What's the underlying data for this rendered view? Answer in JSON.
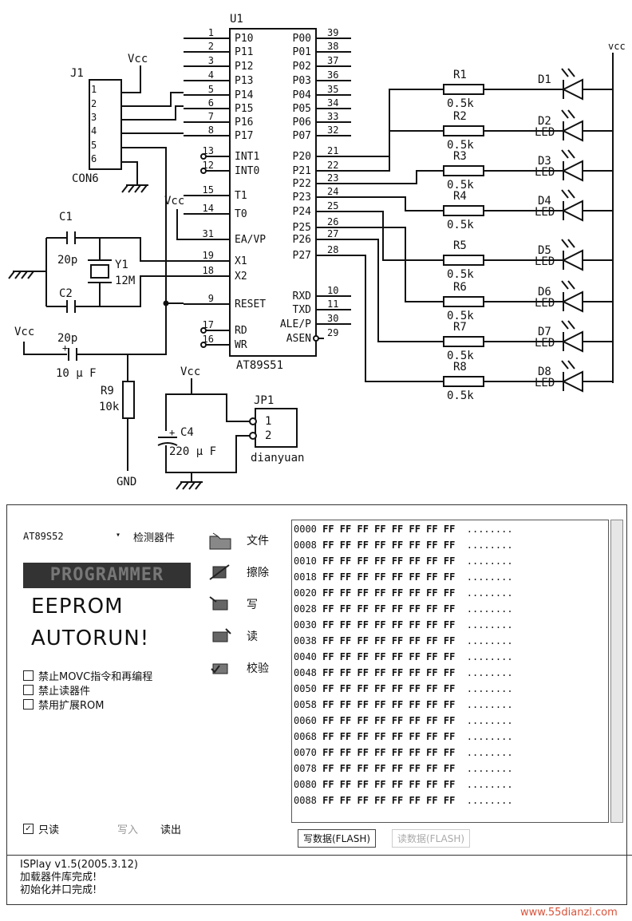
{
  "schematic": {
    "u1": {
      "ref": "U1",
      "part": "AT89S51"
    },
    "left_pins": [
      {
        "num": "1",
        "name": "P10"
      },
      {
        "num": "2",
        "name": "P11"
      },
      {
        "num": "3",
        "name": "P12"
      },
      {
        "num": "4",
        "name": "P13"
      },
      {
        "num": "5",
        "name": "P14"
      },
      {
        "num": "6",
        "name": "P15"
      },
      {
        "num": "7",
        "name": "P16"
      },
      {
        "num": "8",
        "name": "P17"
      },
      {
        "num": "13",
        "name": "INT1"
      },
      {
        "num": "12",
        "name": "INT0"
      },
      {
        "num": "15",
        "name": "T1"
      },
      {
        "num": "14",
        "name": "T0"
      },
      {
        "num": "31",
        "name": "EA/VP"
      },
      {
        "num": "19",
        "name": "X1"
      },
      {
        "num": "18",
        "name": "X2"
      },
      {
        "num": "9",
        "name": "RESET"
      },
      {
        "num": "17",
        "name": "RD"
      },
      {
        "num": "16",
        "name": "WR"
      }
    ],
    "right_pins": [
      {
        "num": "39",
        "name": "P00"
      },
      {
        "num": "38",
        "name": "P01"
      },
      {
        "num": "37",
        "name": "P02"
      },
      {
        "num": "36",
        "name": "P03"
      },
      {
        "num": "35",
        "name": "P04"
      },
      {
        "num": "34",
        "name": "P05"
      },
      {
        "num": "33",
        "name": "P06"
      },
      {
        "num": "32",
        "name": "P07"
      },
      {
        "num": "21",
        "name": "P20"
      },
      {
        "num": "22",
        "name": "P21"
      },
      {
        "num": "23",
        "name": "P22"
      },
      {
        "num": "24",
        "name": "P23"
      },
      {
        "num": "25",
        "name": "P24"
      },
      {
        "num": "26",
        "name": "P25"
      },
      {
        "num": "27",
        "name": "P26"
      },
      {
        "num": "28",
        "name": "P27"
      },
      {
        "num": "10",
        "name": "RXD"
      },
      {
        "num": "11",
        "name": "TXD"
      },
      {
        "num": "30",
        "name": "ALE/P"
      },
      {
        "num": "29",
        "name": "ASEN"
      }
    ],
    "j1": {
      "ref": "J1",
      "part": "CON6",
      "pins": [
        "1",
        "2",
        "3",
        "4",
        "5",
        "6"
      ]
    },
    "vcc": "Vcc",
    "vcc_right": "vcc",
    "resistors": [
      {
        "ref": "R1",
        "value": "0.5k"
      },
      {
        "ref": "R2",
        "value": "0.5k"
      },
      {
        "ref": "R3",
        "value": "0.5k"
      },
      {
        "ref": "R4",
        "value": "0.5k"
      },
      {
        "ref": "R5",
        "value": "0.5k"
      },
      {
        "ref": "R6",
        "value": "0.5k"
      },
      {
        "ref": "R7",
        "value": "0.5k"
      },
      {
        "ref": "R8",
        "value": "0.5k"
      }
    ],
    "leds": [
      {
        "ref": "D1",
        "label": ""
      },
      {
        "ref": "D2",
        "label": "LED"
      },
      {
        "ref": "D3",
        "label": "LED"
      },
      {
        "ref": "D4",
        "label": "LED"
      },
      {
        "ref": "D5",
        "label": "LED"
      },
      {
        "ref": "D6",
        "label": "LED"
      },
      {
        "ref": "D7",
        "label": "LED"
      },
      {
        "ref": "D8",
        "label": "LED"
      }
    ],
    "c1": {
      "ref": "C1",
      "value": "20p"
    },
    "c2": {
      "ref": "C2",
      "value": "20p"
    },
    "y1": {
      "ref": "Y1",
      "value": "12M"
    },
    "c3": {
      "plus": "+",
      "value": "10 μ F"
    },
    "r9": {
      "ref": "R9",
      "value": "10k"
    },
    "gnd": "GND",
    "c4": {
      "ref": "C4",
      "plus": "+",
      "value": "220 μ F"
    },
    "jp1": {
      "ref": "JP1",
      "pins": [
        "1",
        "2"
      ],
      "label": "dianyuan"
    }
  },
  "isp": {
    "chip": "AT89S52",
    "dropdown_arrow": "▾",
    "detect": "检测器件",
    "banner": "PROGRAMMER",
    "eeprom": "EEPROM",
    "autorun": "AUTORUN!",
    "options": [
      "禁止MOVC指令和再编程",
      "禁止读器件",
      "禁用扩展ROM"
    ],
    "toolbar": [
      "文件",
      "擦除",
      "写",
      "读",
      "校验"
    ],
    "readonly_label": "只读",
    "readonly_checked": "✓",
    "write_label": "写入",
    "readout_label": "读出",
    "hex_rows": [
      {
        "addr": "0000",
        "data": "FF FF FF FF FF FF FF FF",
        "ascii": "........"
      },
      {
        "addr": "0008",
        "data": "FF FF FF FF FF FF FF FF",
        "ascii": "........"
      },
      {
        "addr": "0010",
        "data": "FF FF FF FF FF FF FF FF",
        "ascii": "........"
      },
      {
        "addr": "0018",
        "data": "FF FF FF FF FF FF FF FF",
        "ascii": "........"
      },
      {
        "addr": "0020",
        "data": "FF FF FF FF FF FF FF FF",
        "ascii": "........"
      },
      {
        "addr": "0028",
        "data": "FF FF FF FF FF FF FF FF",
        "ascii": "........"
      },
      {
        "addr": "0030",
        "data": "FF FF FF FF FF FF FF FF",
        "ascii": "........"
      },
      {
        "addr": "0038",
        "data": "FF FF FF FF FF FF FF FF",
        "ascii": "........"
      },
      {
        "addr": "0040",
        "data": "FF FF FF FF FF FF FF FF",
        "ascii": "........"
      },
      {
        "addr": "0048",
        "data": "FF FF FF FF FF FF FF FF",
        "ascii": "........"
      },
      {
        "addr": "0050",
        "data": "FF FF FF FF FF FF FF FF",
        "ascii": "........"
      },
      {
        "addr": "0058",
        "data": "FF FF FF FF FF FF FF FF",
        "ascii": "........"
      },
      {
        "addr": "0060",
        "data": "FF FF FF FF FF FF FF FF",
        "ascii": "........"
      },
      {
        "addr": "0068",
        "data": "FF FF FF FF FF FF FF FF",
        "ascii": "........"
      },
      {
        "addr": "0070",
        "data": "FF FF FF FF FF FF FF FF",
        "ascii": "........"
      },
      {
        "addr": "0078",
        "data": "FF FF FF FF FF FF FF FF",
        "ascii": "........"
      },
      {
        "addr": "0080",
        "data": "FF FF FF FF FF FF FF FF",
        "ascii": "........"
      },
      {
        "addr": "0088",
        "data": "FF FF FF FF FF FF FF FF",
        "ascii": "........"
      }
    ],
    "tab_active": "写数据(FLASH)",
    "tab_inactive": "读数据(FLASH)",
    "log": [
      "ISPlay v1.5(2005.3.12)",
      "加载器件库完成!",
      "初始化并口完成!"
    ]
  },
  "watermark": "www.55dianzi.com"
}
